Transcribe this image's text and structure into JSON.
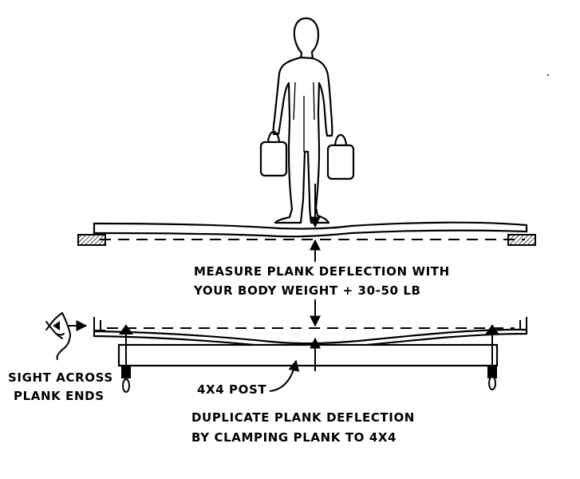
{
  "labels": {
    "measure_line1": "MEASURE PLANK DEFLECTION WITH",
    "measure_line2": "YOUR BODY WEIGHT + 30-50 LB",
    "sight_line1": "SIGHT ACROSS",
    "sight_line2": "PLANK ENDS",
    "post": "4X4 POST",
    "duplicate_line1": "DUPLICATE PLANK DEFLECTION",
    "duplicate_line2": "BY CLAMPING PLANK TO 4X4"
  },
  "colors": {
    "ink": "#000000",
    "paper": "#ffffff",
    "figure_fill": "#ffffff"
  }
}
